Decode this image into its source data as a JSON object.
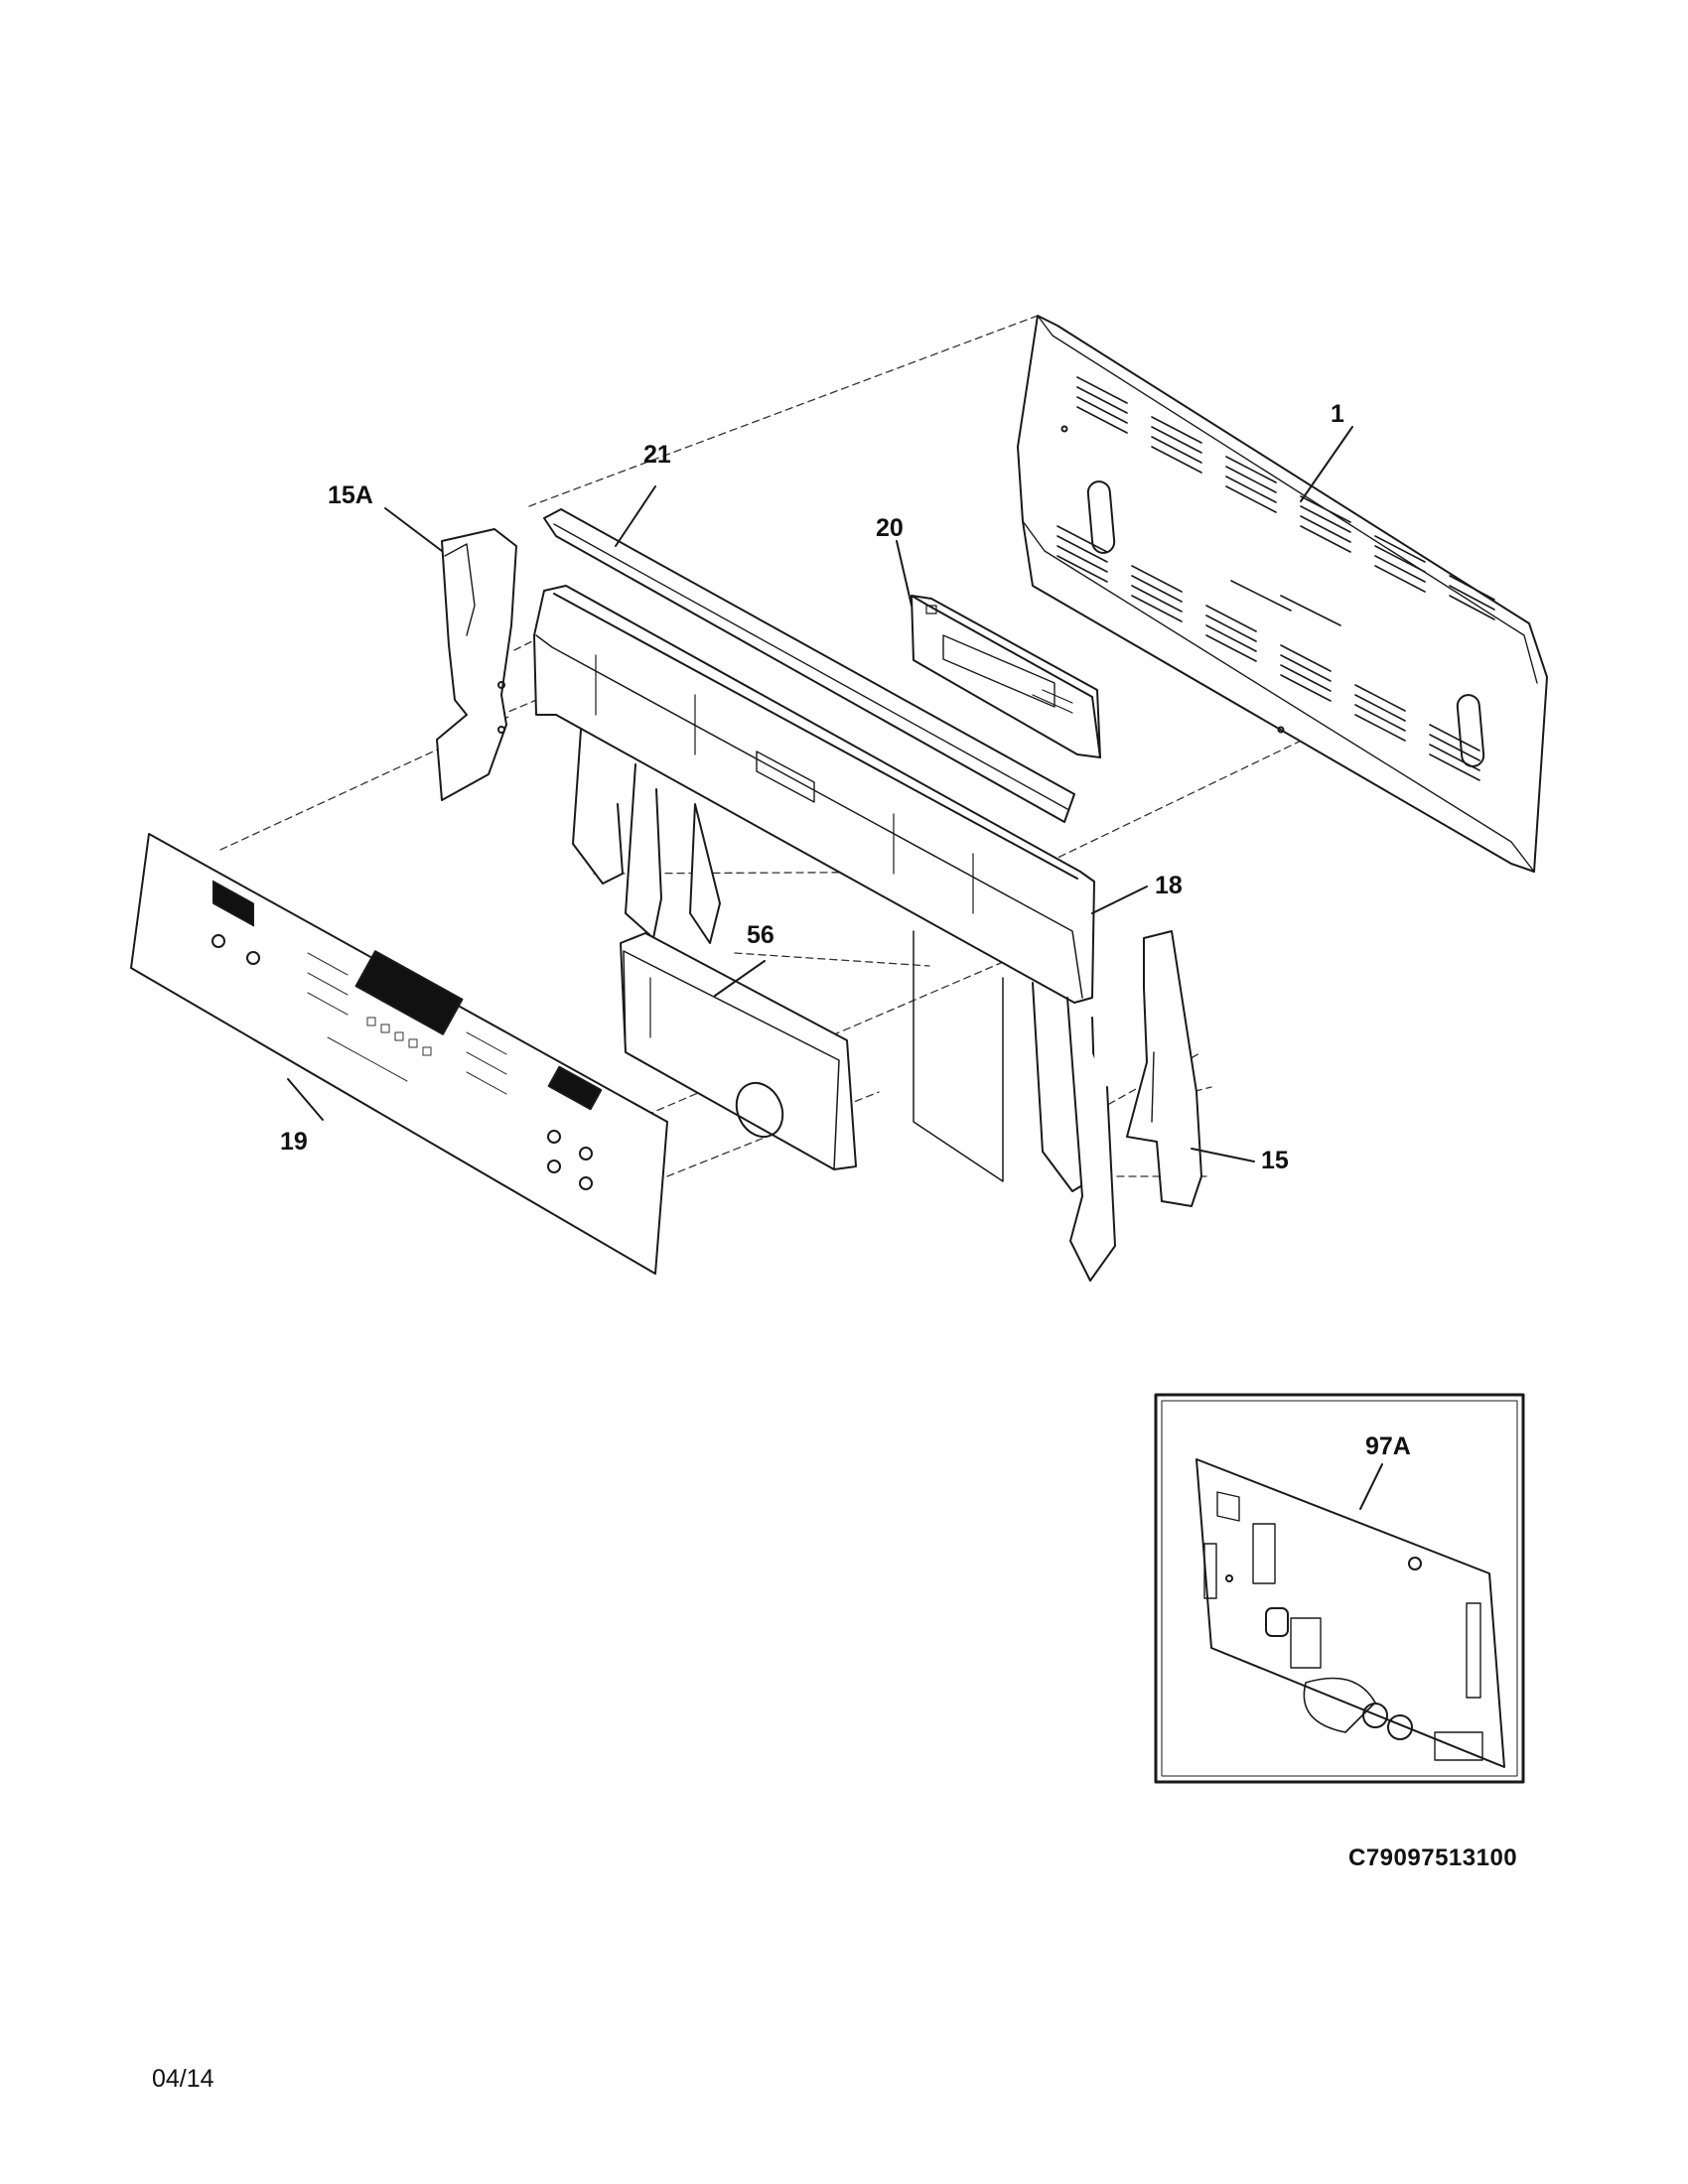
{
  "callouts": {
    "part_1": "1",
    "part_15": "15",
    "part_15a": "15A",
    "part_18": "18",
    "part_19": "19",
    "part_20": "20",
    "part_21": "21",
    "part_56": "56",
    "part_97a": "97A"
  },
  "drawing_code": "C79097513100",
  "page_date": "04/14"
}
